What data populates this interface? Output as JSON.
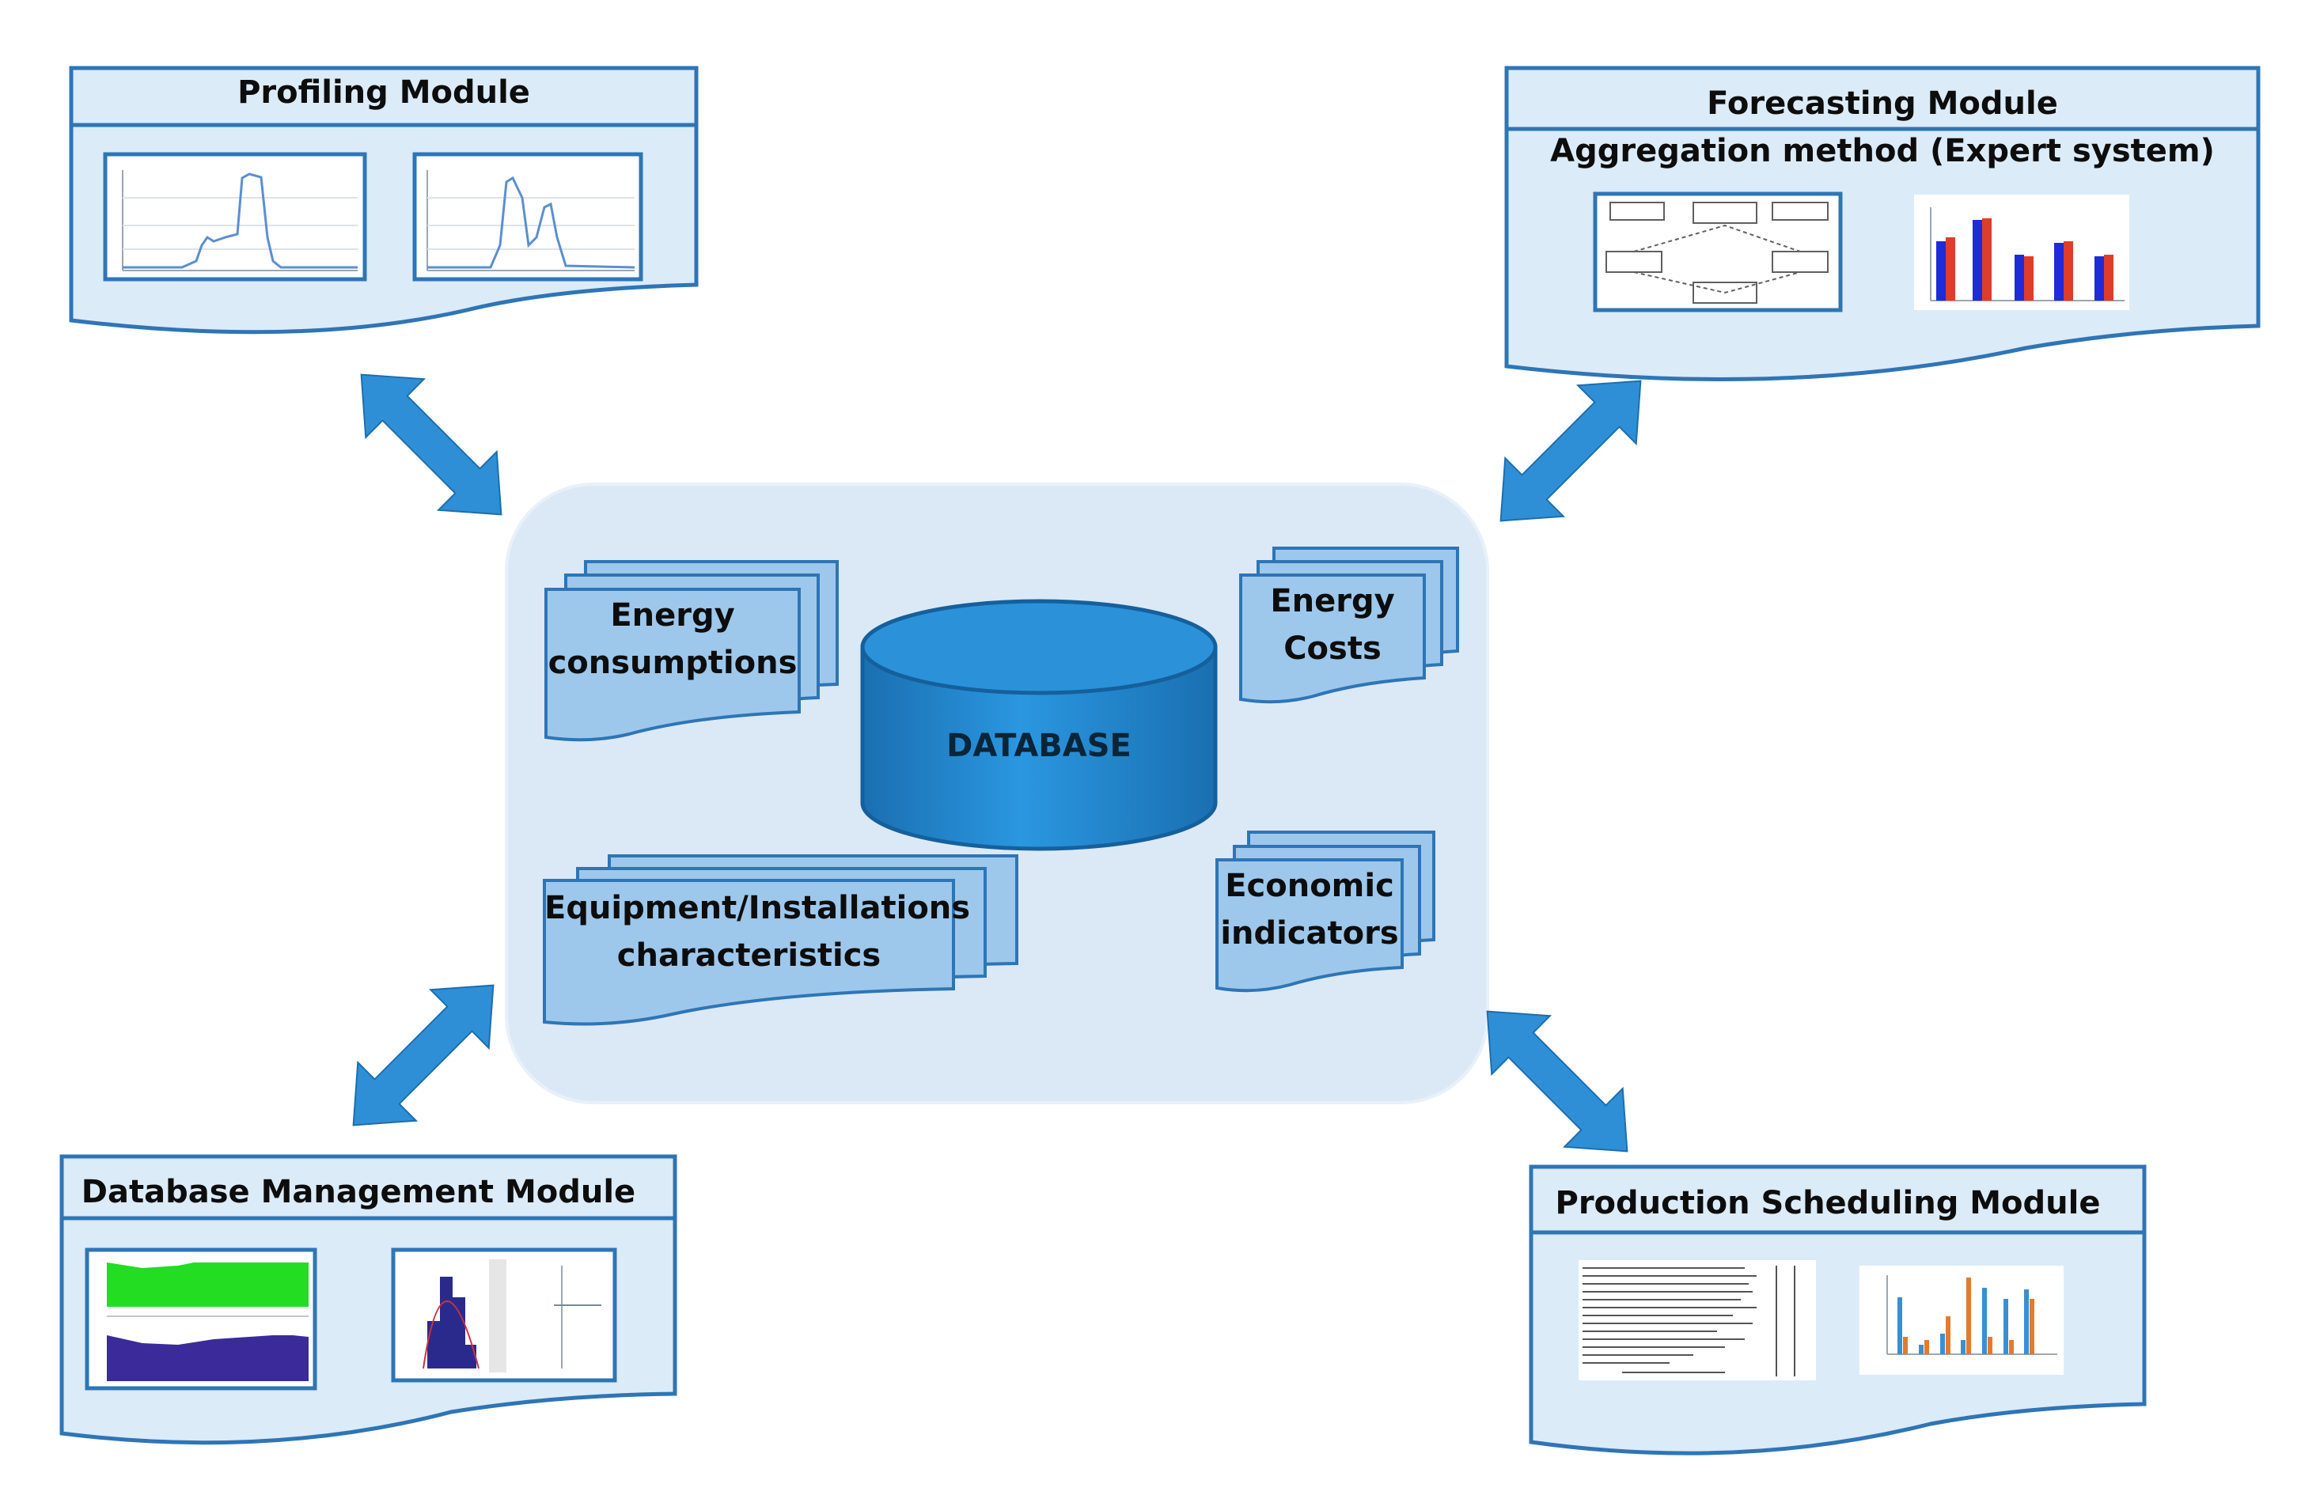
{
  "modules": {
    "profiling": {
      "title": "Profiling Module"
    },
    "forecasting": {
      "title": "Forecasting Module",
      "subtitle": "Aggregation method (Expert system)"
    },
    "db_management": {
      "title": "Database Management Module"
    },
    "production": {
      "title": "Production Scheduling Module"
    }
  },
  "database": {
    "label": "DATABASE",
    "docs": {
      "energy_consumptions": [
        "Energy",
        "consumptions"
      ],
      "energy_costs": [
        "Energy",
        "Costs"
      ],
      "equipment": [
        "Equipment/Installations",
        "characteristics"
      ],
      "economic": [
        "Economic",
        "indicators"
      ]
    }
  },
  "colors": {
    "panel_fill": "#dcebf8",
    "panel_border": "#2e75b6",
    "arrow": "#2f8fd6",
    "cylinder": "#1f86d0",
    "doc_fill": "#9dc8ec",
    "hub_fill": "#dbe9f6"
  }
}
